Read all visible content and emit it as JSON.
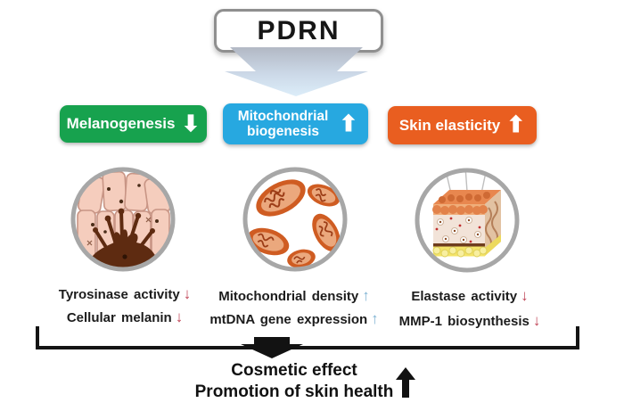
{
  "title": "PDRN",
  "columns": [
    {
      "header": {
        "label": "Melanogenesis",
        "arrow": "⬇",
        "direction": "down",
        "color": "#17a24e"
      },
      "illustration": "epidermis-cells-with-melanocyte",
      "findings": [
        {
          "label": "Tyrosinase activity",
          "arrow": "↓",
          "direction": "down",
          "arrow_color": "#c04557"
        },
        {
          "label": "Cellular melanin",
          "arrow": "↓",
          "direction": "down",
          "arrow_color": "#c04557"
        }
      ]
    },
    {
      "header": {
        "label": "Mitochondrial biogenesis",
        "arrow": "⬆",
        "direction": "up",
        "color": "#27a8e0"
      },
      "illustration": "mitochondria-cluster",
      "findings": [
        {
          "label": "Mitochondrial density",
          "arrow": "↑",
          "direction": "up",
          "arrow_color": "#7fb3d3"
        },
        {
          "label": "mtDNA gene expression",
          "arrow": "↑",
          "direction": "up",
          "arrow_color": "#7fb3d3"
        }
      ]
    },
    {
      "header": {
        "label": "Skin elasticity",
        "arrow": "⬆",
        "direction": "up",
        "color": "#e95e20"
      },
      "illustration": "skin-cross-section-cube",
      "findings": [
        {
          "label": "Elastase activity",
          "arrow": "↓",
          "direction": "down",
          "arrow_color": "#c04557"
        },
        {
          "label": "MMP-1 biosynthesis",
          "arrow": "↓",
          "direction": "down",
          "arrow_color": "#c04557"
        }
      ]
    }
  ],
  "conclusion": {
    "line1": "Cosmetic effect",
    "line2": "Promotion of skin health",
    "arrow_direction": "up"
  }
}
